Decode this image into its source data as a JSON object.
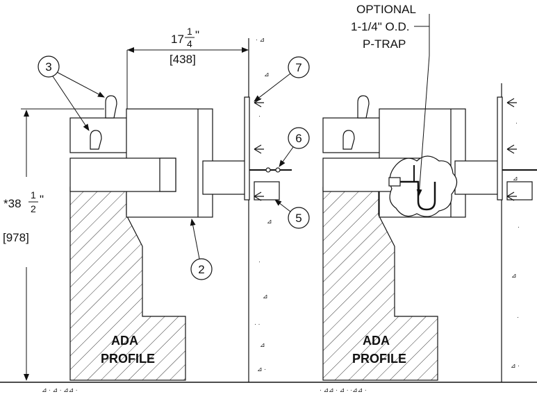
{
  "drawing": {
    "width_dim": {
      "whole": "17",
      "num": "1",
      "den": "4",
      "inch_mark": "\"",
      "metric": "[438]"
    },
    "height_dim": {
      "prefix": "*38",
      "num": "1",
      "den": "2",
      "inch_mark": "\"",
      "metric": "[978]"
    },
    "optional_note": {
      "line1": "OPTIONAL",
      "line2": "1-1/4\" O.D.",
      "line3": "P-TRAP"
    },
    "profiles": [
      {
        "line1": "ADA",
        "line2": "PROFILE"
      },
      {
        "line1": "ADA",
        "line2": "PROFILE"
      }
    ],
    "callouts": [
      "3",
      "7",
      "6",
      "5",
      "2"
    ]
  },
  "colors": {
    "line": "#111111",
    "hatch": "#333333",
    "background": "#ffffff"
  }
}
